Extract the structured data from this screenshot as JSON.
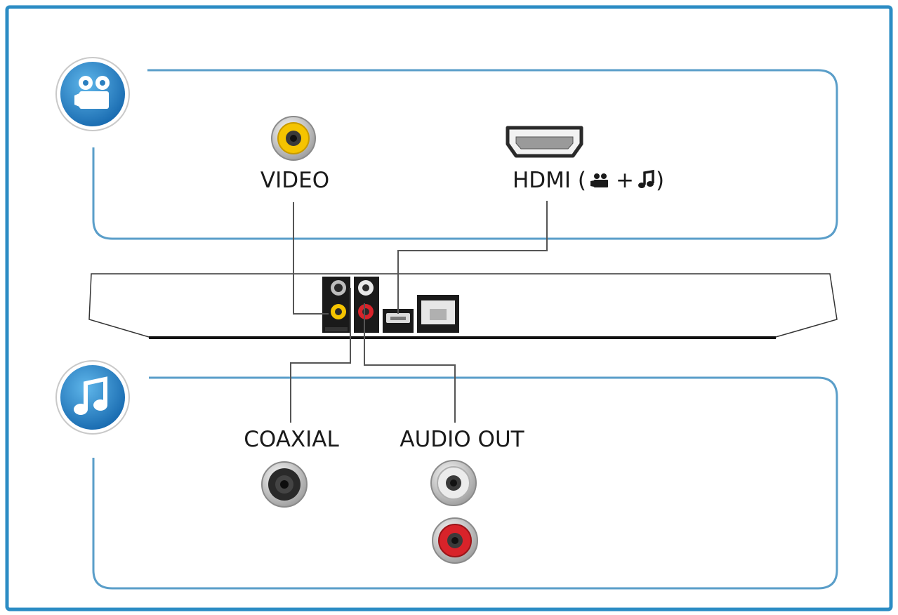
{
  "labels": {
    "video": "VIDEO",
    "hdmi": "HDMI (",
    "hdmi_close": ")",
    "plus": "+",
    "coaxial": "COAXIAL",
    "audio_out": "AUDIO OUT"
  },
  "icons": {
    "video_section": "video-camera-icon",
    "audio_section": "music-note-icon",
    "hdmi_video": "video-camera-icon",
    "hdmi_audio": "music-note-icon"
  },
  "colors": {
    "border_blue": "#2b8cc4",
    "badge_blue": "#1e7fc4",
    "video_yellow": "#f5c400",
    "audio_red": "#d8232a",
    "audio_white": "#e8e8e8",
    "coax_black": "#2a2a2a"
  }
}
